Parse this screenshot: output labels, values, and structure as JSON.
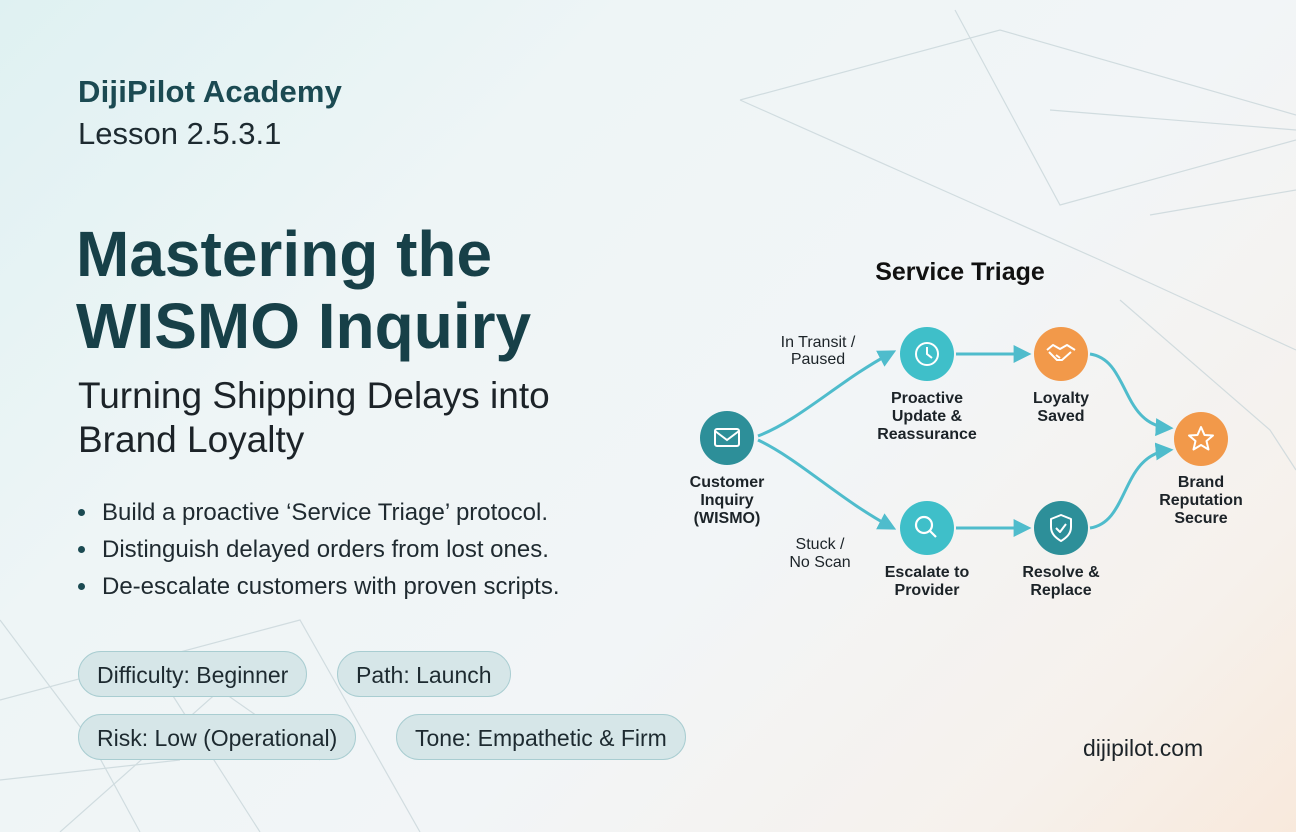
{
  "header": {
    "brand": "DijiPilot Academy",
    "lesson": "Lesson 2.5.3.1"
  },
  "hero": {
    "title_line1": "Mastering the",
    "title_line2": "WISMO Inquiry",
    "subtitle_line1": "Turning Shipping Delays into",
    "subtitle_line2": "Brand Loyalty"
  },
  "bullets": [
    "Build a proactive ‘Service Triage’ protocol.",
    "Distinguish delayed orders from lost ones.",
    "De-escalate customers with proven scripts."
  ],
  "tags": [
    "Difficulty: Beginner",
    "Path: Launch",
    "Risk: Low (Operational)",
    "Tone: Empathetic & Firm"
  ],
  "footer": {
    "site": "dijipilot.com"
  },
  "diagram": {
    "title": "Service Triage",
    "branches": {
      "upper": [
        "In Transit /",
        "Paused"
      ],
      "lower": [
        "Stuck /",
        "No Scan"
      ]
    },
    "nodes": {
      "inquiry": {
        "lines": [
          "Customer",
          "Inquiry",
          "(WISMO)"
        ],
        "icon": "envelope-icon",
        "color": "#2d8f99"
      },
      "update": {
        "lines": [
          "Proactive",
          "Update &",
          "Reassurance"
        ],
        "icon": "clock-icon",
        "color": "#3fbfc9"
      },
      "loyalty": {
        "lines": [
          "Loyalty",
          "Saved"
        ],
        "icon": "handshake-icon",
        "color": "#f2994a"
      },
      "escalate": {
        "lines": [
          "Escalate to",
          "Provider"
        ],
        "icon": "magnifier-icon",
        "color": "#3fbfc9"
      },
      "resolve": {
        "lines": [
          "Resolve &",
          "Replace"
        ],
        "icon": "shield-check-icon",
        "color": "#2d8f99"
      },
      "brand": {
        "lines": [
          "Brand",
          "Reputation",
          "Secure"
        ],
        "icon": "star-icon",
        "color": "#f2994a"
      }
    },
    "arrow_color": "#4fbccc"
  }
}
